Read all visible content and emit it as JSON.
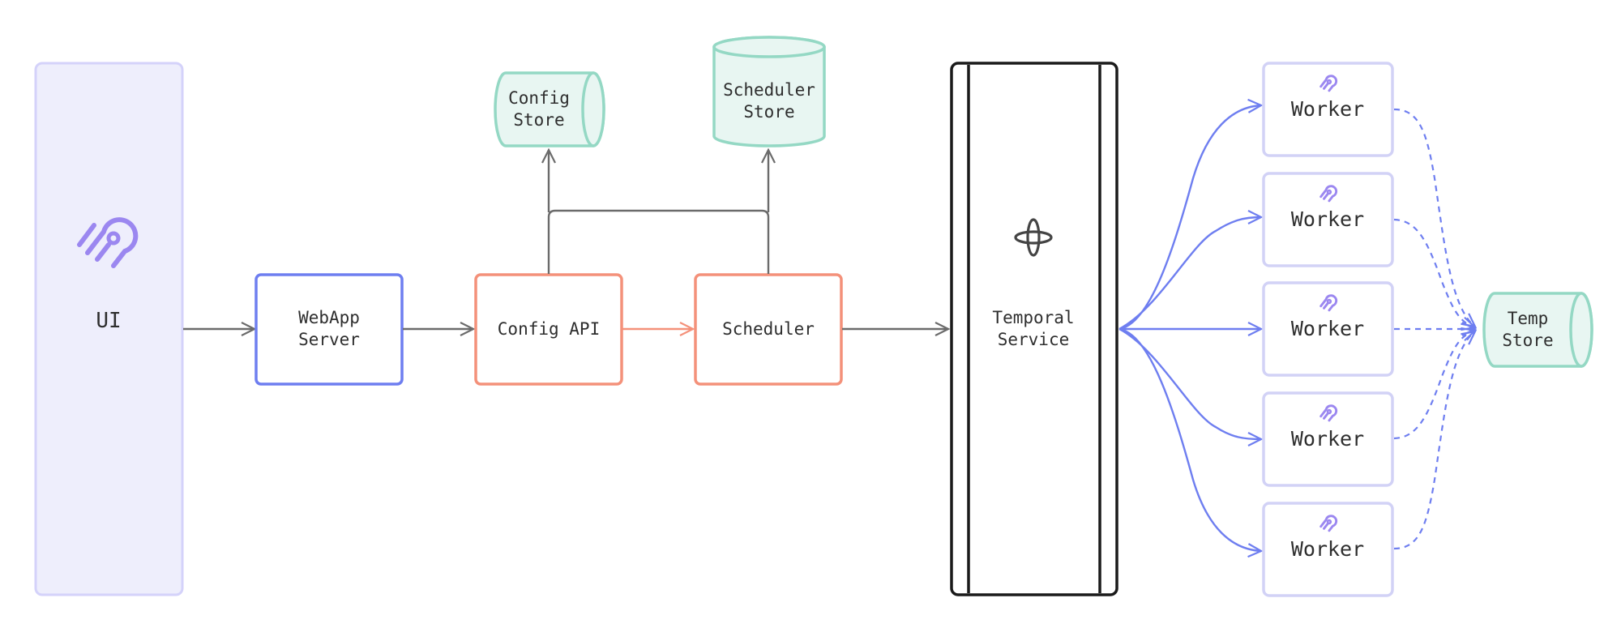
{
  "colors": {
    "ui_fill": "#eeeefc",
    "ui_stroke": "#d4d2fa",
    "blue": "#6e7ef0",
    "worker_stroke": "#d2d2f6",
    "orange": "#f4917a",
    "orange_light": "#f7a892",
    "green_stroke": "#94d8c4",
    "green_fill": "#e8f6f2",
    "gray_arrow": "#6b6b6b",
    "black": "#1a1a1a",
    "logo_purple": "#9b87f0",
    "text": "#2e2e2e"
  },
  "icons": {
    "ui_logo": "airbyte-logo-icon",
    "temporal": "temporal-icon",
    "worker_logo": "airbyte-logo-icon"
  },
  "ui": {
    "label": "UI"
  },
  "webapp_server": {
    "line1": "WebApp",
    "line2": "Server"
  },
  "config_api": {
    "label": "Config API"
  },
  "scheduler": {
    "label": "Scheduler"
  },
  "config_store": {
    "line1": "Config",
    "line2": "Store"
  },
  "scheduler_store": {
    "line1": "Scheduler",
    "line2": "Store"
  },
  "temporal_service": {
    "line1": "Temporal",
    "line2": "Service"
  },
  "workers": [
    {
      "label": "Worker"
    },
    {
      "label": "Worker"
    },
    {
      "label": "Worker"
    },
    {
      "label": "Worker"
    },
    {
      "label": "Worker"
    }
  ],
  "temp_store": {
    "line1": "Temp",
    "line2": "Store"
  }
}
